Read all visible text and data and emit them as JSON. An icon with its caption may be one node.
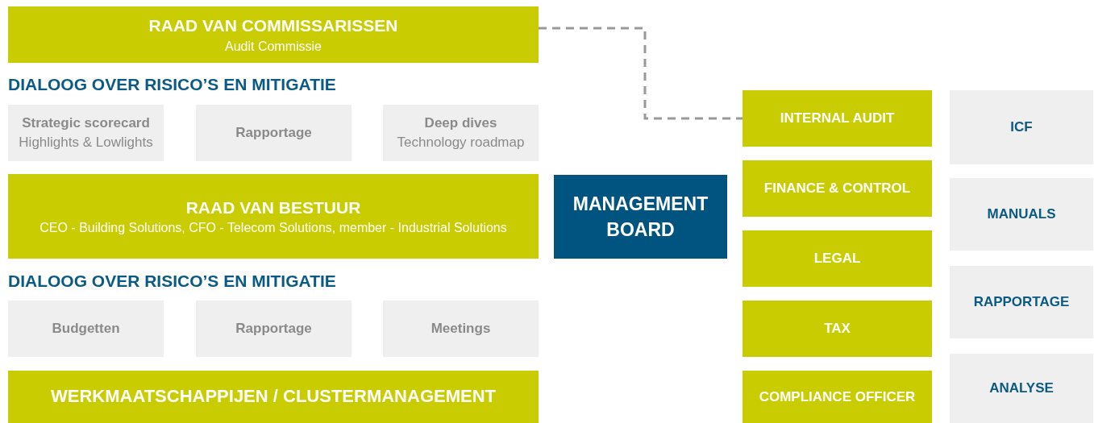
{
  "diagram": {
    "nodes": [
      {
        "text": [
          "RAAD VAN COMMISSARISSEN",
          "Audit Commissie"
        ]
      },
      {
        "text": [
          "Strategic scorecard",
          "Highlights & Lowlights"
        ]
      },
      {
        "text": [
          "Rapportage"
        ]
      },
      {
        "text": [
          "Deep dives",
          "Technology roadmap"
        ]
      },
      {
        "text": [
          "RAAD VAN BESTUUR",
          "CEO - Building Solutions, CFO - Telecom Solutions, member - Industrial Solutions"
        ]
      },
      {
        "text": [
          "Budgetten"
        ]
      },
      {
        "text": [
          "Rapportage"
        ]
      },
      {
        "text": [
          "Meetings"
        ]
      },
      {
        "text": [
          "WERKMAATSCHAPPIJEN / CLUSTERMANAGEMENT"
        ]
      },
      {
        "text": [
          "MANAGEMENT BOARD"
        ]
      },
      {
        "text": [
          "INTERNAL AUDIT"
        ]
      },
      {
        "text": [
          "FINANCE & CONTROL"
        ]
      },
      {
        "text": [
          "LEGAL"
        ]
      },
      {
        "text": [
          "TAX"
        ]
      },
      {
        "text": [
          "COMPLIANCE OFFICER"
        ]
      },
      {
        "text": [
          "ICF"
        ]
      },
      {
        "text": [
          "MANUALS"
        ]
      },
      {
        "text": [
          "RAPPORTAGE"
        ]
      },
      {
        "text": [
          "ANALYSE"
        ]
      }
    ],
    "edges": [
      {
        "from": 0,
        "to": 10,
        "arrow": "none",
        "style": "dashed"
      }
    ],
    "labels": [
      "DIALOOG OVER RISICO’S EN MITIGATIE",
      "DIALOOG OVER RISICO’S EN MITIGATIE"
    ]
  }
}
